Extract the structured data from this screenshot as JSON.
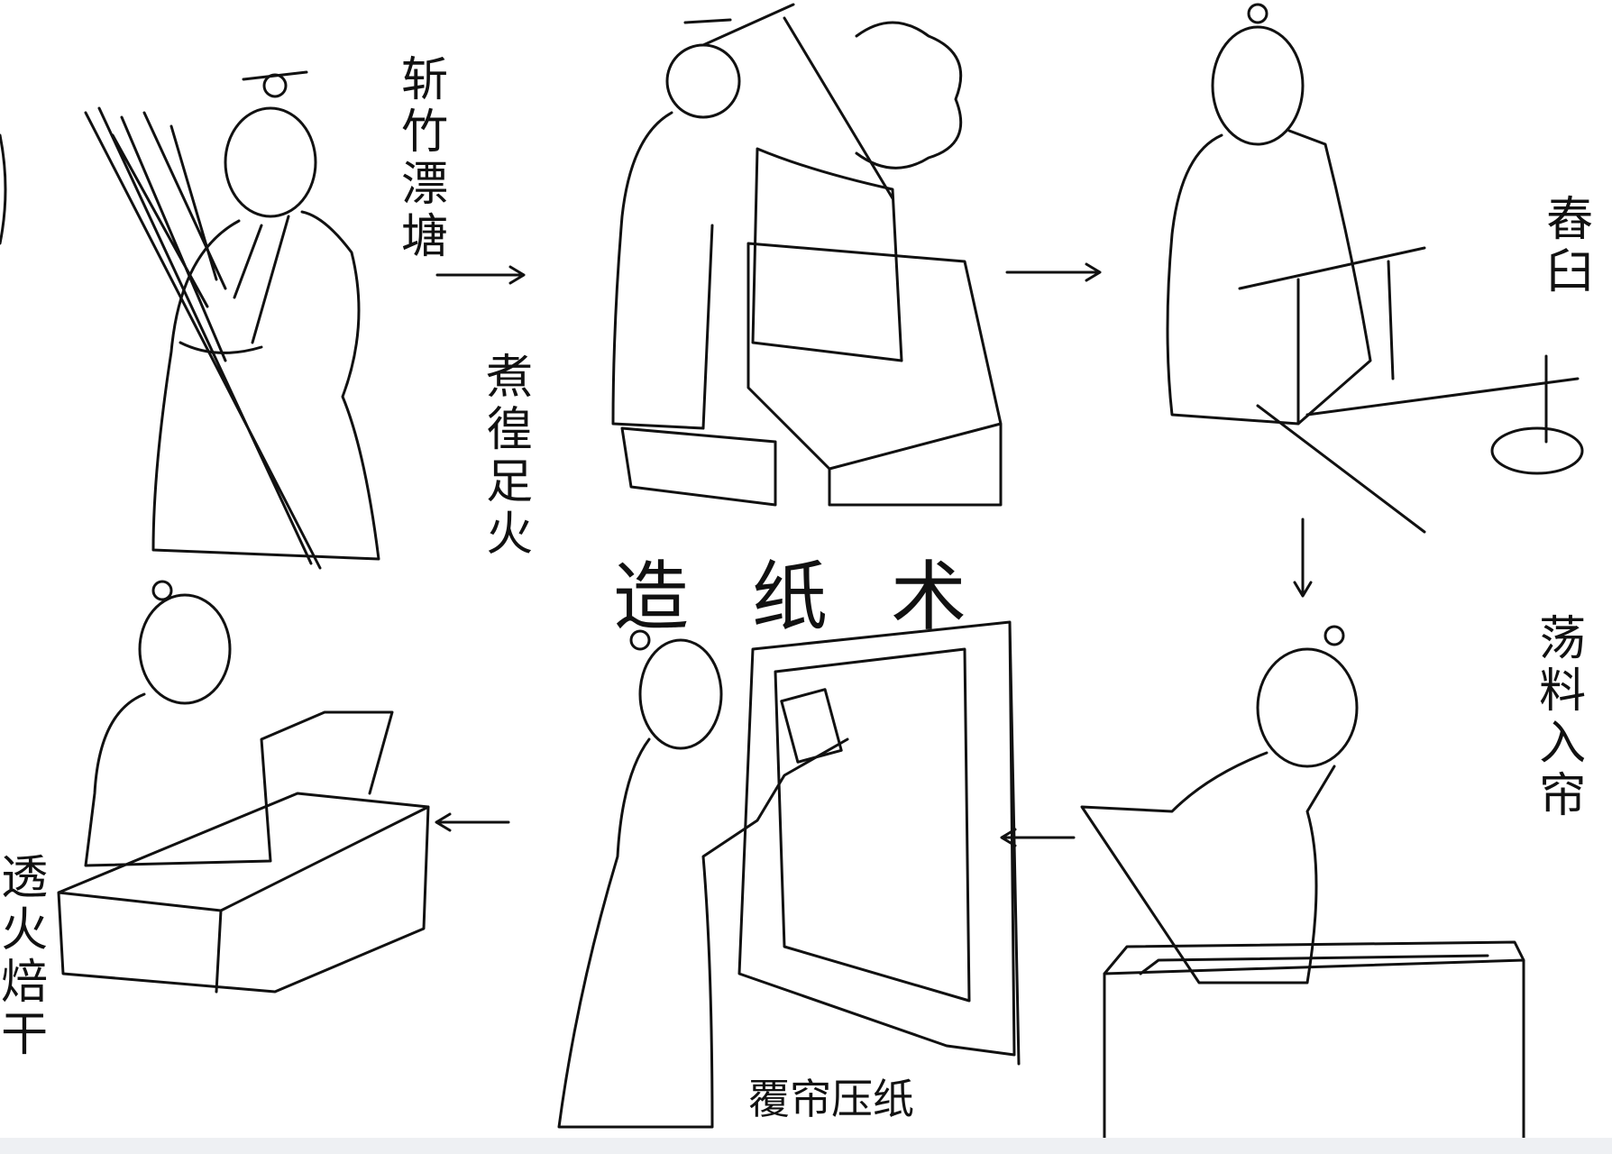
{
  "title": "造纸术",
  "steps": [
    {
      "label": "斩竹漂塘"
    },
    {
      "label": "煮徨足火"
    },
    {
      "label": "舂臼"
    },
    {
      "label": "荡料入帘"
    },
    {
      "label": "覆帘压纸"
    },
    {
      "label": "透火焙干"
    }
  ],
  "colors": {
    "ink": "#111111",
    "paper": "#ffffff"
  }
}
